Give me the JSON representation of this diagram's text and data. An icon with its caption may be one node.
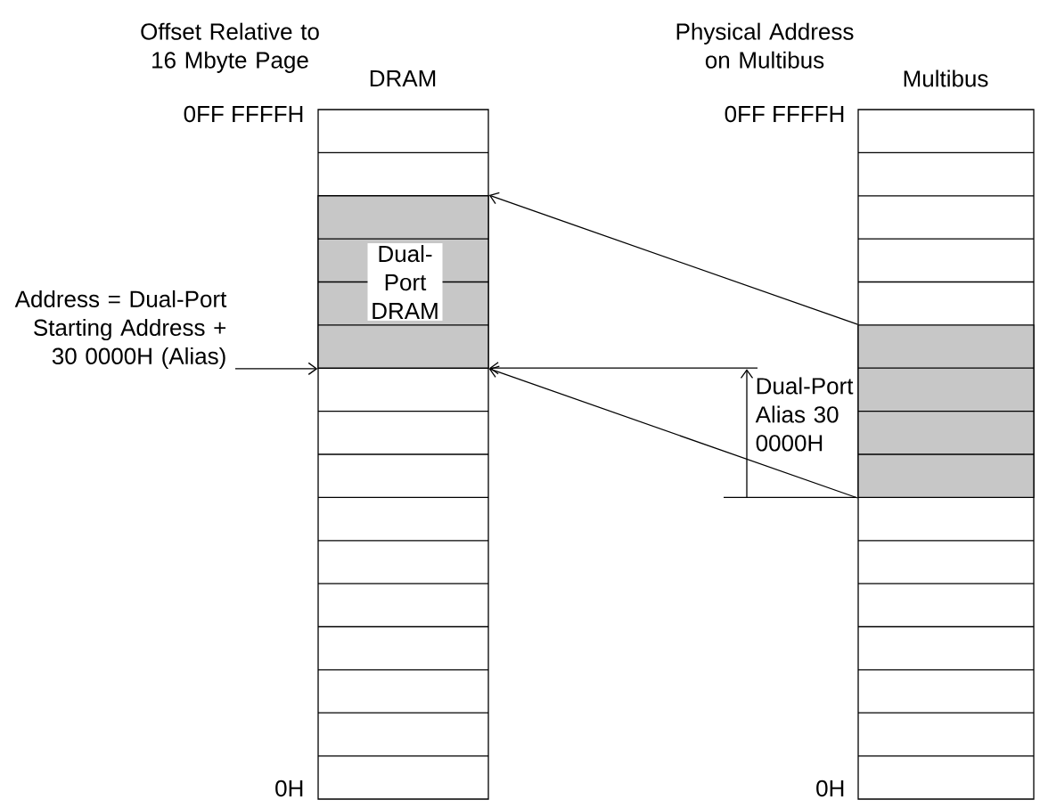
{
  "diagram": {
    "nodes": [
      {
        "text": [
          "DRAM"
        ]
      },
      {
        "text": [
          "Dual-Port DRAM"
        ],
        "in": 0
      },
      {
        "text": [
          "Multibus"
        ]
      },
      {
        "text": [],
        "shape": "box",
        "in": 2
      },
      {
        "text": [
          "Address = Dual-Port Starting Address + 30 0000H (Alias)"
        ]
      }
    ],
    "edges": [
      {
        "from": 3,
        "to": 1,
        "arrow": "to"
      },
      {
        "from": 3,
        "to": 1,
        "arrow": "to"
      },
      {
        "from": 4,
        "to": 1,
        "arrow": "to"
      }
    ],
    "labels": [
      "Offset Relative to 16 Mbyte Page",
      "Physical Address on Multibus",
      "0FF FFFFH",
      "0H",
      "0FF FFFFH",
      "0H",
      "Dual-Port Alias 30 0000H"
    ]
  }
}
